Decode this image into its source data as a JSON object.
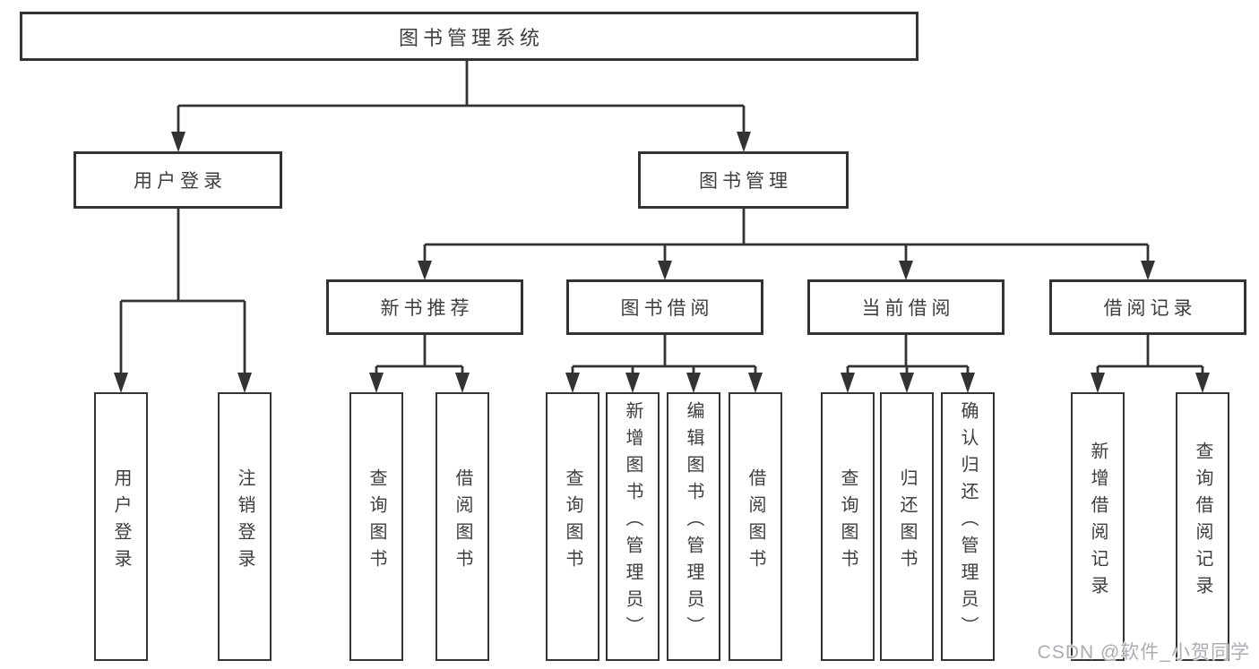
{
  "tree": {
    "root": {
      "label": "图书管理系统"
    },
    "branches": [
      {
        "label": "用户登录",
        "children": [
          "用户登录",
          "注销登录"
        ]
      },
      {
        "label": "图书管理",
        "groups": [
          {
            "label": "新书推荐",
            "children": [
              "查询图书",
              "借阅图书"
            ]
          },
          {
            "label": "图书借阅",
            "children": [
              "查询图书",
              "新增图书（管理员）",
              "编辑图书（管理员）",
              "借阅图书"
            ]
          },
          {
            "label": "当前借阅",
            "children": [
              "查询图书",
              "归还图书",
              "确认归还（管理员）"
            ]
          },
          {
            "label": "借阅记录",
            "children": [
              "新增借阅记录",
              "查询借阅记录"
            ]
          }
        ]
      }
    ]
  },
  "watermark": {
    "text": "CSDN @软件_小贺同学"
  },
  "colors": {
    "line": "#333333",
    "box_border": "#333333",
    "text": "#3e3e3e",
    "watermark": "#a9aeb4",
    "background": "#ffffff"
  }
}
